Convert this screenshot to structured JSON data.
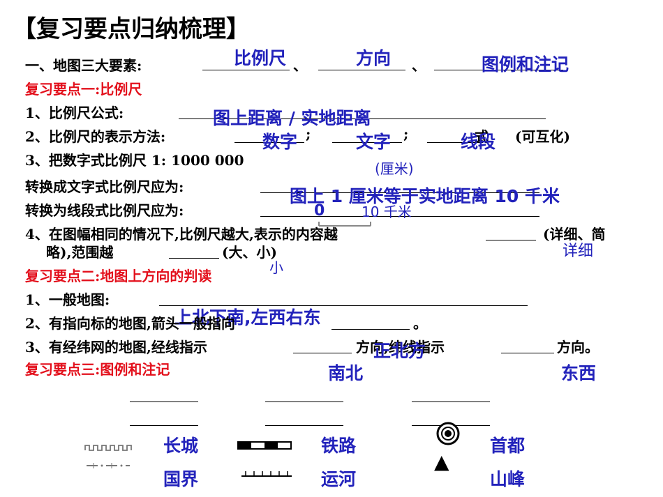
{
  "title": "【复习要点归纳梳理】",
  "intro": {
    "text": "一、地图三大要素:",
    "sep1": "、",
    "sep2": "、"
  },
  "section1": {
    "heading": "复习要点一:比例尺",
    "q1": "1、比例尺公式:",
    "q2": {
      "text": "2、比例尺的表示方法:",
      "sep1": ";",
      "sep2": ";",
      "suffix": "式",
      "note": "(可互化)"
    },
    "q3": "3、把数字式比例尺 1: 1000 000",
    "q3a": "转换成文字式比例尺应为:",
    "q3b": "转换为线段式比例尺应为:",
    "q4": {
      "text": "4、在图幅相同的情况下,比例尺越大,表示的内容越",
      "note": "(详细、简",
      "text2": "略),范围越",
      "note2": "(大、小)"
    }
  },
  "section2": {
    "heading": "复习要点二:地图上方向的判读",
    "q1": "1、一般地图:",
    "q2": {
      "text": "2、有指向标的地图,箭头一般指向",
      "end": "。"
    },
    "q3": {
      "text": "3、有经纬网的地图,经线指示",
      "mid": "方向,纬线指示",
      "end": "方向。"
    }
  },
  "section3": {
    "heading": "复习要点三:图例和注记"
  },
  "answers": {
    "elements": [
      "比例尺",
      "方向",
      "图例和注记"
    ],
    "formula": "图上距离 / 实地距离",
    "forms": [
      "数字",
      "文字",
      "线段"
    ],
    "unit": "(厘米)",
    "text_scale": "图上 1 厘米等于实地距离 10 千米",
    "bar_zero": "0",
    "bar_km": "10 千米",
    "detail": "详细",
    "small": "小",
    "general_direction": "上北下南,左西右东",
    "arrow_direction": "正北方",
    "meridian": "南北",
    "parallel": "东西"
  },
  "legend": {
    "items": [
      {
        "label": "长城",
        "icon": "great-wall-icon"
      },
      {
        "label": "铁路",
        "icon": "railway-icon"
      },
      {
        "label": "首都",
        "icon": "capital-icon"
      },
      {
        "label": "国界",
        "icon": "national-border-icon"
      },
      {
        "label": "运河",
        "icon": "canal-icon"
      },
      {
        "label": "山峰",
        "icon": "mountain-peak-icon"
      }
    ],
    "peak_symbol": "▲"
  }
}
